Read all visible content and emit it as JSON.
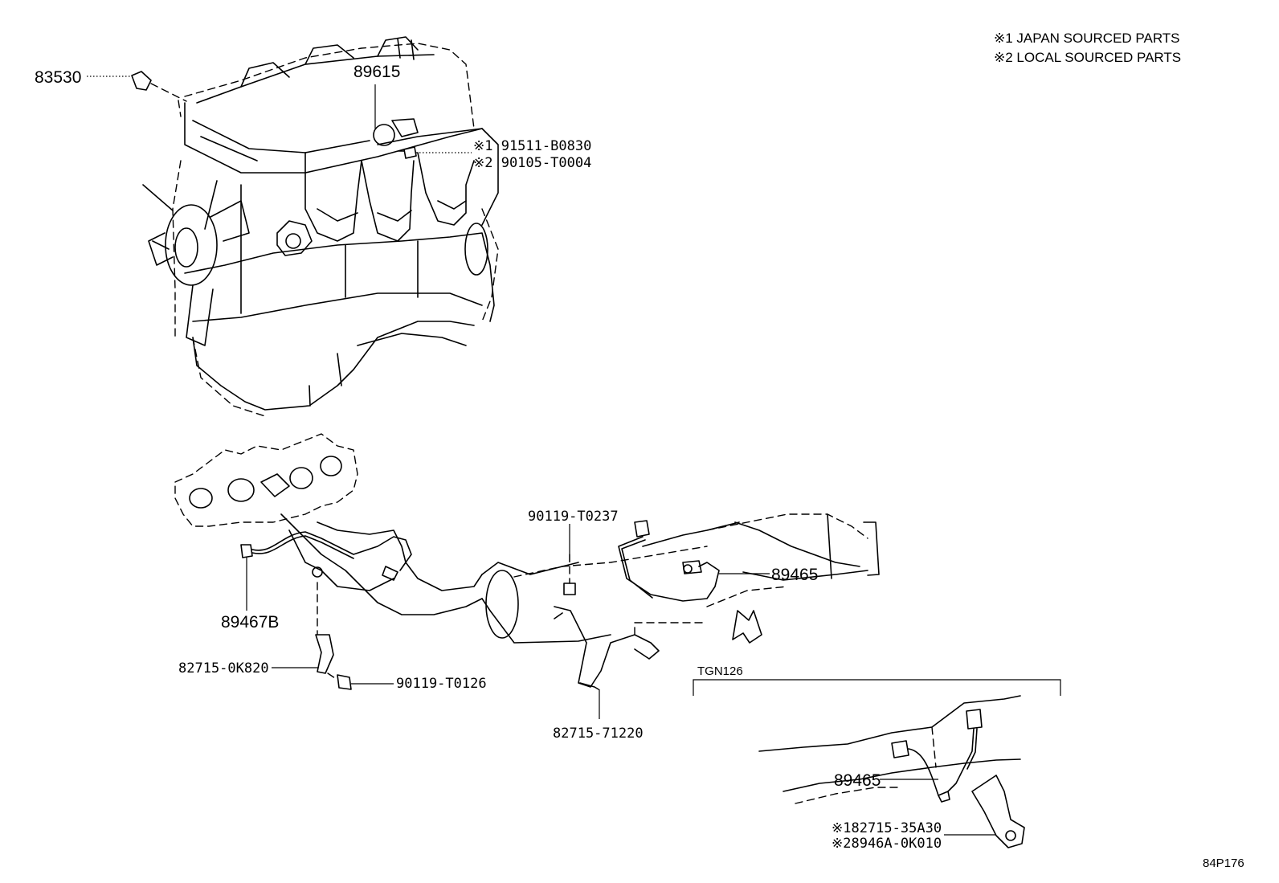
{
  "legend": {
    "note1": "※1 JAPAN SOURCED PARTS",
    "note2": "※2 LOCAL SOURCED PARTS"
  },
  "parts": {
    "p83530": "83530",
    "p89615": "89615",
    "p91511": "※1 91511-B0830",
    "p90105": "※2 90105-T0004",
    "p90119_t0237": "90119-T0237",
    "p89465_main": "89465",
    "p89467b": "89467B",
    "p82715_0k820": "82715-0K820",
    "p90119_t0126": "90119-T0126",
    "p82715_71220": "82715-71220",
    "p89465_inset": "89465",
    "p82715_35a30": "※182715-35A30",
    "p8946a": "※28946A-0K010"
  },
  "inset": {
    "title": "TGN126"
  },
  "figure_code": "84P176"
}
